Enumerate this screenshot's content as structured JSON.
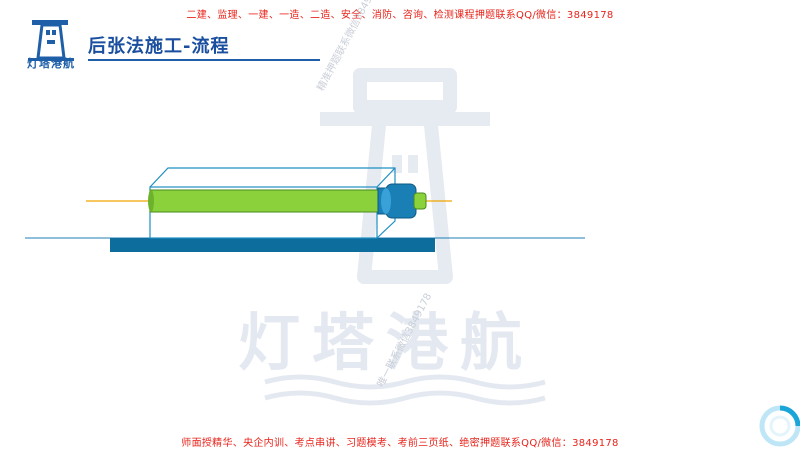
{
  "header": {
    "banner": "二建、监理、一建、一造、二造、安全、消防、咨询、检测课程押题联系QQ/微信：3849178"
  },
  "logo": {
    "text": "灯塔港航"
  },
  "slide": {
    "title": "后张法施工-流程"
  },
  "watermark": {
    "big_text": "灯塔港航",
    "diag_top": "精准押题联系微信3849178",
    "diag_bottom": "唯一联系微信3849178"
  },
  "footer": {
    "banner": "师面授精华、央企内训、考点串讲、习题模考、考前三页纸、绝密押题联系QQ/微信：3849178"
  },
  "colors": {
    "banner_red": "#e8231a",
    "brand_blue": "#1f5fa8",
    "pedestal_teal": "#0d6e9e",
    "rod_green": "#8bd13c",
    "strand_orange": "#f0a500",
    "jack_blue": "#1a7fb5"
  }
}
